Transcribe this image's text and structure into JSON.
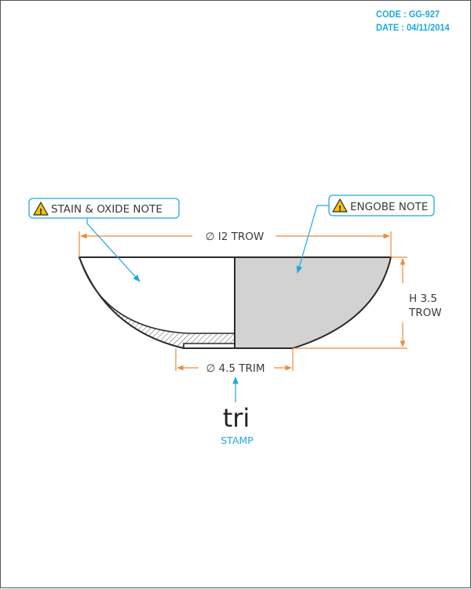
{
  "header": {
    "code": "CODE : GG-927",
    "date": "DATE : 04/11/2014"
  },
  "notes": {
    "stain_oxide": "STAIN & OXIDE NOTE",
    "engobe": "ENGOBE NOTE"
  },
  "dimensions": {
    "diameter_top": "∅ I2 TROW",
    "height_line1": "H 3.5",
    "height_line2": "TROW",
    "diameter_foot": "∅ 4.5 TRIM"
  },
  "stamp": {
    "mark": "tri",
    "label": "STAMP"
  },
  "colors": {
    "accent_orange": "#f08a3a",
    "leader_blue": "#1fa9df",
    "engobe_fill": "#d2d2d2",
    "warning_yellow": "#f5c400"
  },
  "icons": [
    "warning-icon",
    "warning-icon"
  ]
}
